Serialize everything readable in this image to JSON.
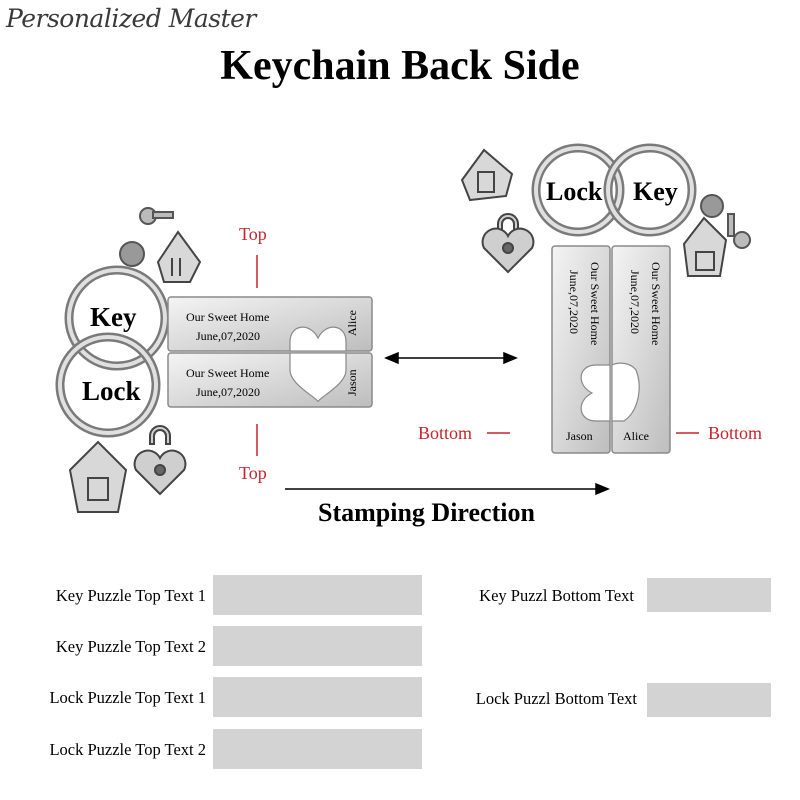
{
  "brand": "Personalized Master",
  "title": "Keychain Back Side",
  "illustration": {
    "key_label": "Key",
    "lock_label": "Lock",
    "tag_line1": "Our Sweet Home",
    "tag_line2": "June,07,2020",
    "name_key": "Alice",
    "name_lock": "Jason",
    "top_label": "Top",
    "bottom_label": "Bottom"
  },
  "stamping_direction": "Stamping Direction",
  "form": {
    "fields": [
      {
        "label": "Key Puzzle Top  Text 1"
      },
      {
        "label": "Key Puzzle Top  Text 2"
      },
      {
        "label": "Lock Puzzle Top  Text 1"
      },
      {
        "label": "Lock Puzzle Top  Text 2"
      },
      {
        "label": "Key Puzzl Bottom Text"
      },
      {
        "label": "Lock Puzzl Bottom Text"
      }
    ]
  },
  "colors": {
    "accent_red": "#c8242b",
    "field_gray": "#d3d3d3"
  }
}
